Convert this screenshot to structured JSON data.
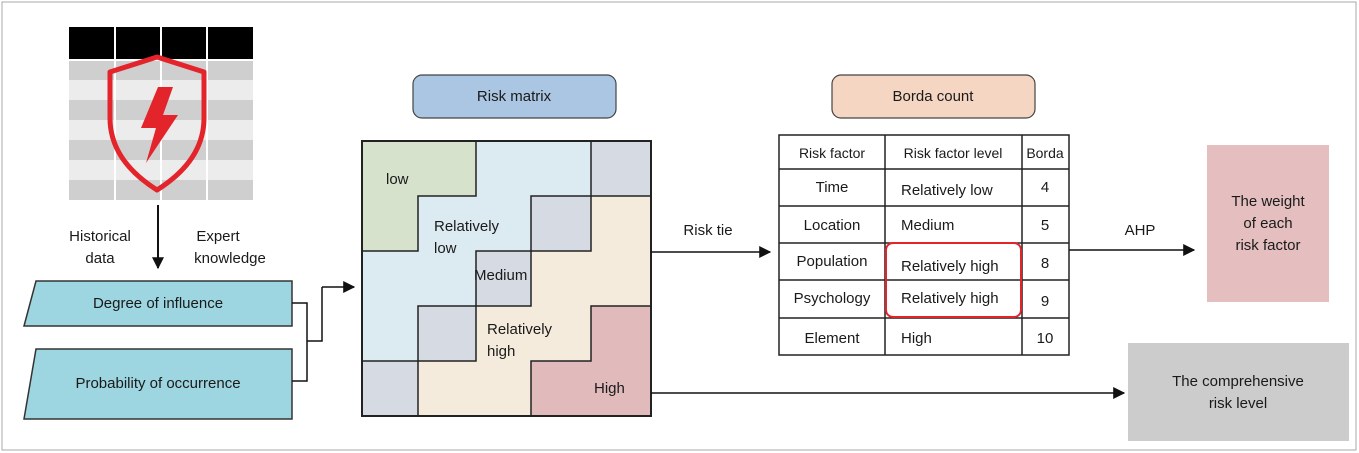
{
  "inputs": {
    "historical_data": [
      "Historical",
      "data"
    ],
    "expert_knowledge": [
      "Expert",
      "knowledge"
    ],
    "degree_of_influence": "Degree of influence",
    "probability_of_occurrence": "Probability of occurrence"
  },
  "risk_matrix": {
    "header": "Risk matrix",
    "zones": {
      "low": "low",
      "relatively_low": [
        "Relatively",
        "low"
      ],
      "medium": "Medium",
      "relatively_high": [
        "Relatively",
        "high"
      ],
      "high": "High"
    }
  },
  "arrows": {
    "risk_tie": "Risk tie",
    "ahp": "AHP"
  },
  "borda": {
    "header": "Borda count",
    "columns": [
      "Risk factor",
      "Risk factor level",
      "Borda"
    ],
    "rows": [
      {
        "factor": "Time",
        "level": "Relatively low",
        "borda": "4"
      },
      {
        "factor": "Location",
        "level": "Medium",
        "borda": "5"
      },
      {
        "factor": "Population",
        "level": "Relatively high",
        "borda": "8"
      },
      {
        "factor": "Psychology",
        "level": "Relatively high",
        "borda": "9"
      },
      {
        "factor": "Element",
        "level": "High",
        "borda": "10"
      }
    ]
  },
  "outputs": {
    "weight": [
      "The weight",
      "of each",
      "risk factor"
    ],
    "comprehensive": [
      "The comprehensive",
      "risk level"
    ]
  },
  "colors": {
    "header_blue": "#aac6e2",
    "header_peach": "#f4d6c3",
    "input_teal": "#9dd6e0",
    "zone_low": "#d6e2cc",
    "zone_rel_low": "#dceaf1",
    "zone_rel_high": "#f5ebdc",
    "zone_high": "#e1bbbb",
    "zone_gray": "#d6dbe3",
    "weight_box": "#e5bfbf",
    "comprehensive_box": "#cccccc",
    "shield_red": "#e3242b"
  }
}
